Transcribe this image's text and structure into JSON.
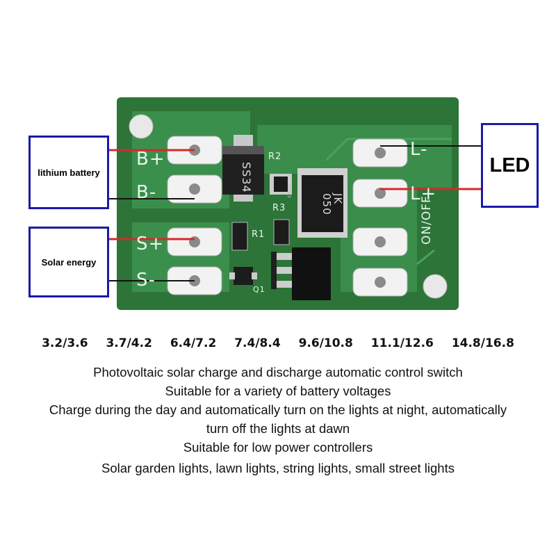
{
  "callouts": {
    "battery": "lithium battery",
    "solar": "Solar energy",
    "led": "LED"
  },
  "board": {
    "pins_left": [
      "B+",
      "B-",
      "S+",
      "S-"
    ],
    "pins_right": [
      "L-",
      "L+"
    ],
    "switch_label": "ON/OFF",
    "diode": "SS34",
    "mosfet_lines": [
      "JK",
      "050"
    ],
    "resistors": [
      "R2",
      "R3",
      "R1",
      "Q1"
    ],
    "resistor_code": "1003"
  },
  "voltages": [
    "3.2/3.6",
    "3.7/4.2",
    "6.4/7.2",
    "7.4/8.4",
    "9.6/10.8",
    "11.1/12.6",
    "14.8/16.8"
  ],
  "description": [
    "Photovoltaic solar charge and discharge automatic control switch",
    "Suitable for a variety of battery voltages",
    "Charge during the day and automatically turn on the lights at night, automatically",
    "turn off the lights at dawn",
    "Suitable for low power controllers",
    "Solar garden lights, lawn lights, string lights, small street lights"
  ],
  "colors": {
    "pcb": "#2f7b3e",
    "trace": "#3f9a52",
    "callout_border": "#1a1aa8",
    "red_wire": "#d42a2a"
  }
}
